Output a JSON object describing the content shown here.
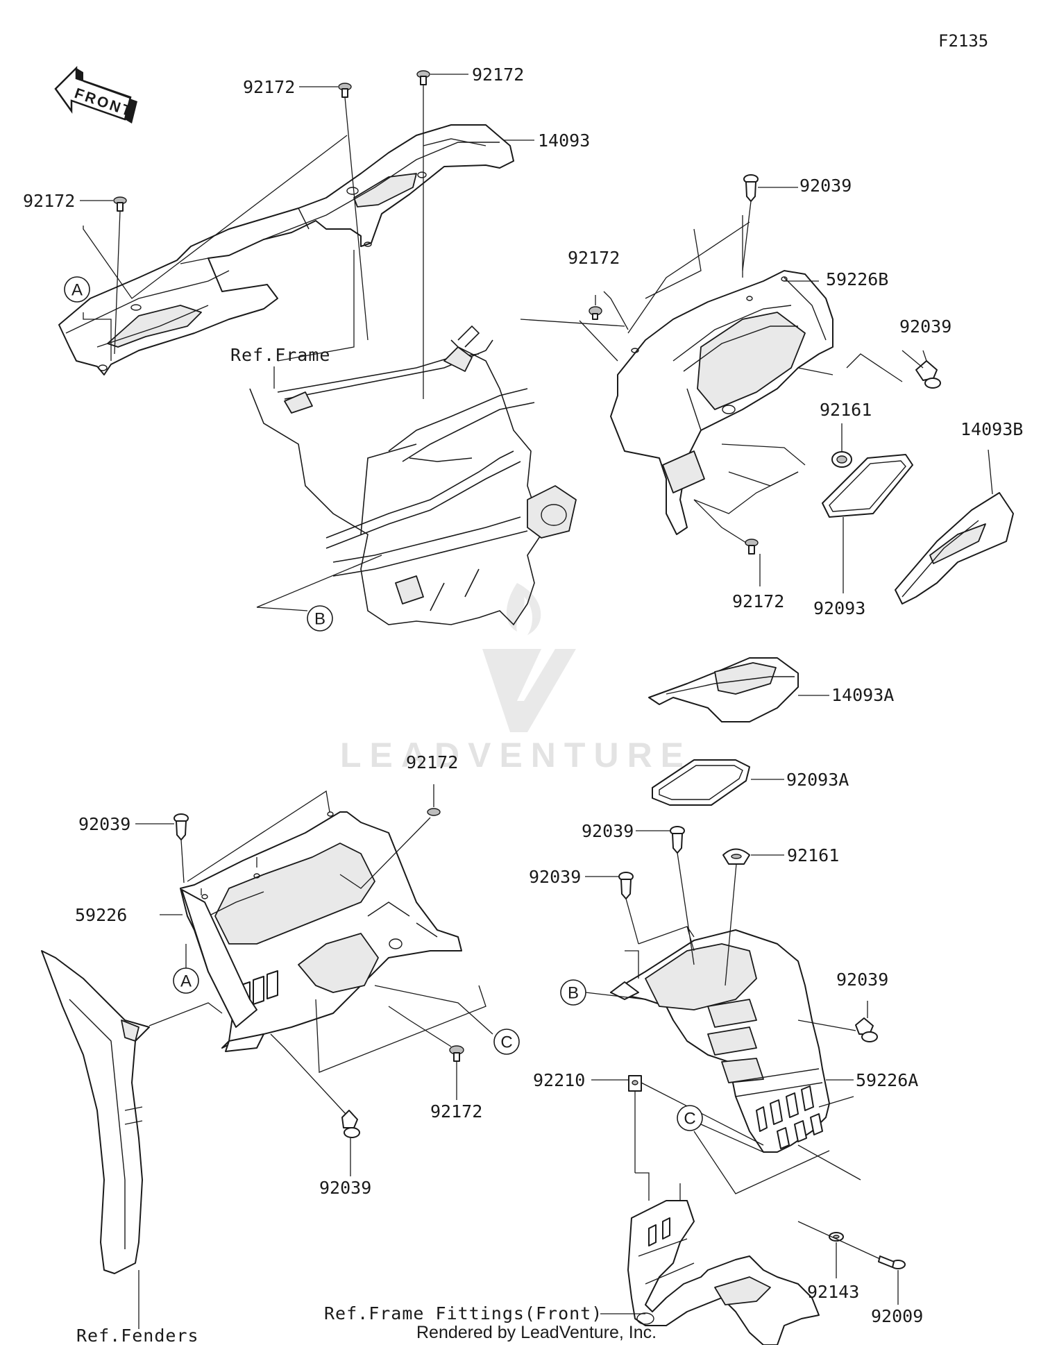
{
  "diagram_id": "F2135",
  "front_arrow_label": "FRONT",
  "watermark": "LEADVENTURE",
  "footer": "Rendered by LeadVenture, Inc.",
  "part_labels": {
    "p92172_a": "92172",
    "p92172_b": "92172",
    "p14093": "14093",
    "p92172_c": "92172",
    "p92039_a": "92039",
    "p92172_d": "92172",
    "p59226B": "59226B",
    "p92039_b": "92039",
    "p92161_a": "92161",
    "p14093B": "14093B",
    "p92172_e": "92172",
    "p92093": "92093",
    "p14093A": "14093A",
    "p92093A": "92093A",
    "p92172_f": "92172",
    "p92039_c": "92039",
    "p92039_d": "92039",
    "p92161_b": "92161",
    "p92039_e": "92039",
    "p59226": "59226",
    "p92039_f": "92039",
    "p59226A": "59226A",
    "p92210": "92210",
    "p92172_g": "92172",
    "p92039_g": "92039",
    "p92143": "92143",
    "p92009": "92009"
  },
  "ref_labels": {
    "ref_frame": "Ref.Frame",
    "ref_fenders": "Ref.Fenders",
    "ref_frame_fittings": "Ref.Frame Fittings(Front)"
  },
  "tags": {
    "A": "A",
    "B": "B",
    "C": "C"
  }
}
